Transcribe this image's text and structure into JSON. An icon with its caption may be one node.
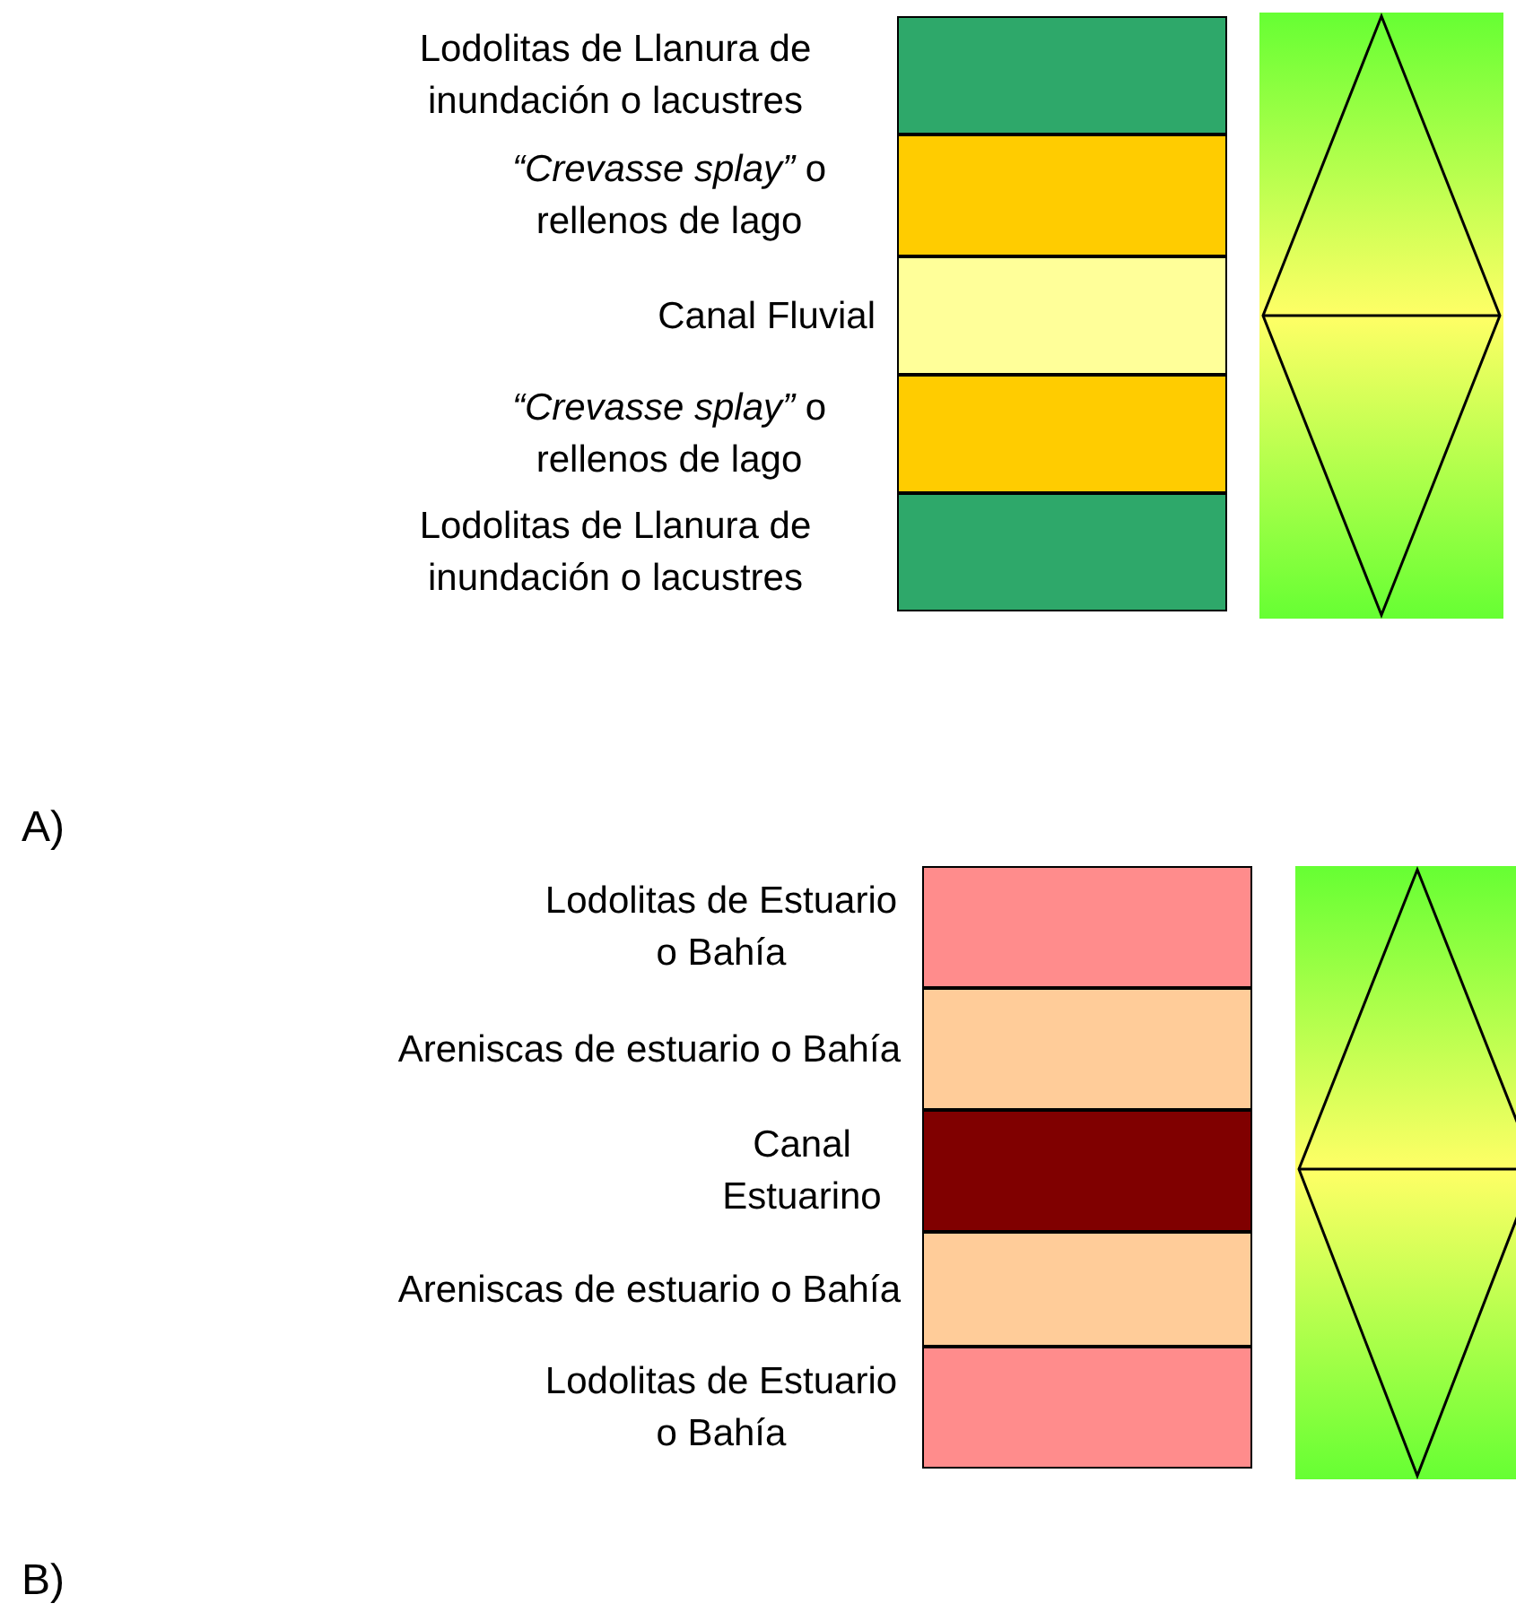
{
  "diagram": {
    "nodes": [
      {
        "text": [],
        "shape": "box",
        "beside": [
          "Lodolitas de Llanura de inundación o lacustres"
        ]
      },
      {
        "text": [],
        "shape": "box",
        "beside": [
          "*“Crevasse splay”* o rellenos de lago"
        ]
      },
      {
        "text": [],
        "shape": "box",
        "beside": [
          "Canal Fluvial"
        ]
      },
      {
        "text": [],
        "shape": "box",
        "beside": [
          "*“Crevasse splay”* o rellenos de lago"
        ]
      },
      {
        "text": [],
        "shape": "box",
        "beside": [
          "Lodolitas de Llanura de inundación o lacustres"
        ]
      },
      {
        "text": [],
        "shape": "box",
        "beside": [
          "Lodolitas de Estuario o Bahía"
        ]
      },
      {
        "text": [],
        "shape": "box",
        "beside": [
          "Areniscas de estuario o Bahía"
        ]
      },
      {
        "text": [],
        "shape": "box",
        "beside": [
          "Canal Estuarino"
        ]
      },
      {
        "text": [],
        "shape": "box",
        "beside": [
          "Areniscas de estuario o Bahía"
        ]
      },
      {
        "text": [],
        "shape": "box",
        "beside": [
          "Lodolitas de Estuario o Bahía"
        ]
      }
    ],
    "labels": [
      "A)",
      "B)"
    ]
  }
}
